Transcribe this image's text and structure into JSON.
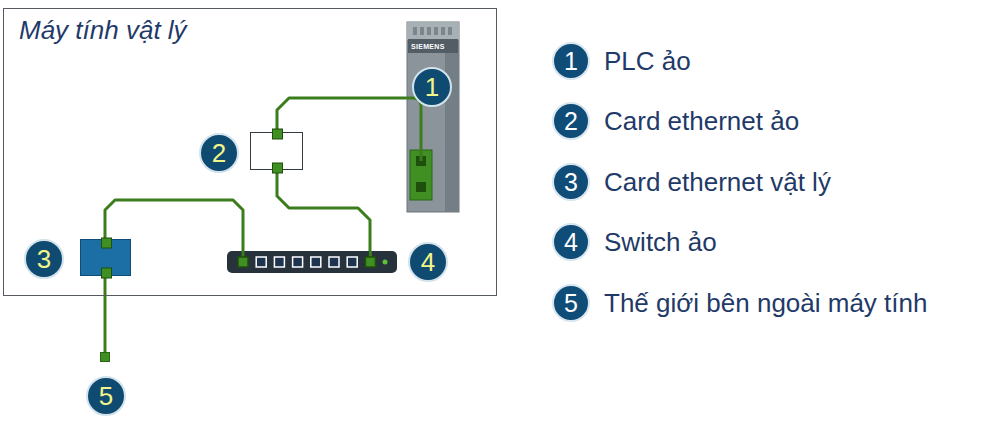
{
  "diagram": {
    "nodes": [
      {
        "text": [
          "Máy tính vật lý"
        ]
      },
      {
        "text": [
          "1"
        ],
        "in": 0
      },
      {
        "text": [
          "2"
        ],
        "in": 0
      },
      {
        "text": [
          "3"
        ],
        "in": 0
      },
      {
        "text": [
          "4"
        ],
        "in": 0
      },
      {
        "text": [
          "5"
        ]
      }
    ],
    "edges": [
      {
        "from": 1,
        "to": 2,
        "arrow": "none"
      },
      {
        "from": 2,
        "to": 4,
        "arrow": "none"
      },
      {
        "from": 4,
        "to": 3,
        "arrow": "none"
      },
      {
        "from": 3,
        "to": 5,
        "arrow": "none"
      }
    ],
    "labels": [
      "SIEMENS",
      "1",
      "PLC ảo",
      "2",
      "Card ethernet ảo",
      "3",
      "Card ethernet vật lý",
      "4",
      "Switch ảo",
      "5",
      "Thế giới bên ngoài máy tính"
    ]
  }
}
